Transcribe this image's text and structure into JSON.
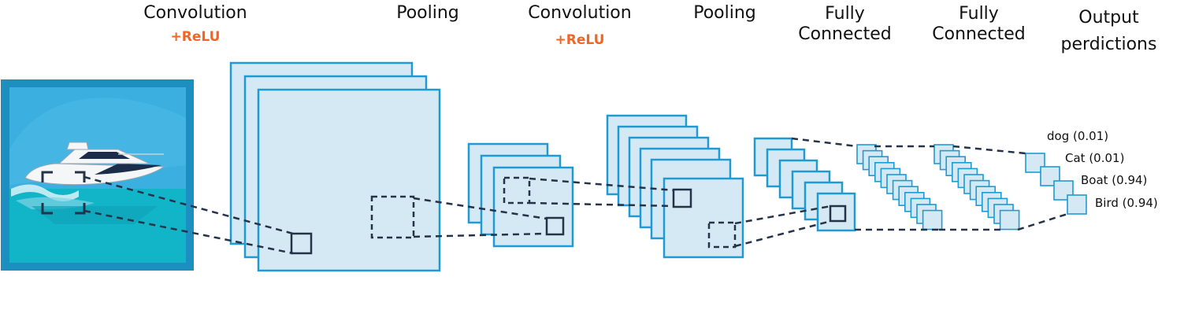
{
  "stages": [
    {
      "label": "Convolution",
      "sub": "+ReLU"
    },
    {
      "label": "Pooling",
      "sub": ""
    },
    {
      "label": "Convolution",
      "sub": "+ReLU"
    },
    {
      "label": "Pooling",
      "sub": ""
    },
    {
      "label": "Fully\nConnected",
      "sub": ""
    },
    {
      "label": "Fully\nConnected",
      "sub": ""
    },
    {
      "label": "Output\nperdictions",
      "sub": ""
    }
  ],
  "predictions": [
    {
      "text": "dog (0.01)"
    },
    {
      "text": "Cat (0.01)"
    },
    {
      "text": "Boat (0.94)"
    },
    {
      "text": "Bird (0.94)"
    }
  ],
  "colors": {
    "feature_fill": "#d4e9f3",
    "feature_stroke": "#1e9bd5",
    "accent_relu": "#f26522",
    "dark_line": "#243348",
    "frame": "#1c8fc0",
    "sky": "#3aafe0",
    "sea": "#12b4c7"
  }
}
